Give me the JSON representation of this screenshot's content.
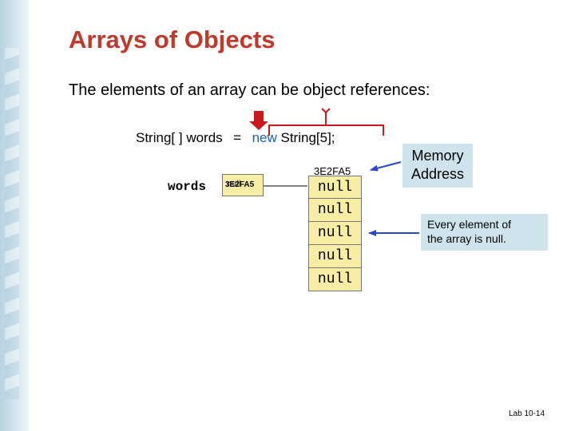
{
  "slide": {
    "title": "Arrays of Objects",
    "subtitle": "The elements of an array can be object references:",
    "footer": "Lab 10-14"
  },
  "declaration": {
    "type": "String[ ]",
    "variable": "words",
    "equals": "=",
    "keyword": "new",
    "constructor": "String[5];"
  },
  "diagram": {
    "variable_label": "words",
    "reference_value": "3E2FA5",
    "reference_value_overlap": "null",
    "array_address": "3E2FA5",
    "array_elements": [
      "null",
      "null",
      "null",
      "null",
      "null"
    ]
  },
  "callouts": {
    "memory_address": {
      "line1": "Memory",
      "line2": "Address"
    },
    "null_note": {
      "line1": "Every element of",
      "line2": "the array is null."
    }
  },
  "colors": {
    "title": "#c0392b",
    "keyword": "#1a5fb4",
    "memory_cell": "#f8eda5",
    "callout_bg": "#cfe3ec",
    "arrow_blue": "#2b46c8",
    "marker_red": "#c8191e"
  }
}
